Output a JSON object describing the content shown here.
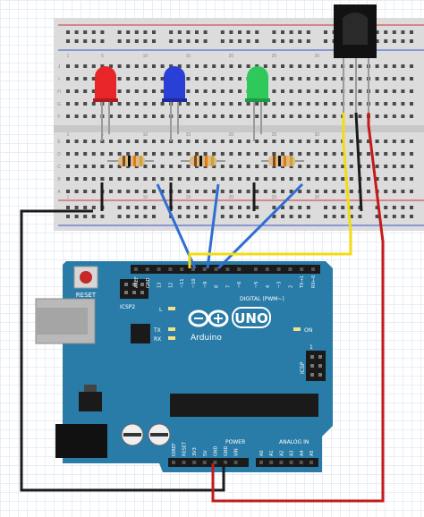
{
  "breadboard": {
    "row_letters_top": [
      "J",
      "I",
      "H",
      "G",
      "F"
    ],
    "row_letters_bottom": [
      "E",
      "D",
      "C",
      "B",
      "A"
    ],
    "column_numbers": [
      "1",
      "5",
      "10",
      "15",
      "20",
      "25",
      "30"
    ]
  },
  "leds": [
    {
      "name": "red",
      "color": "#e8262a"
    },
    {
      "name": "blue",
      "color": "#2a3fd6"
    },
    {
      "name": "green",
      "color": "#2ec95a"
    }
  ],
  "resistor_colors": [
    "#8a4b14",
    "#111111",
    "#e07b1a",
    "#d4a12a"
  ],
  "wire_colors": {
    "black": "#1b1b1b",
    "blue": "#2f6fd1",
    "yellow": "#f2dc13",
    "red": "#c41a1a"
  },
  "arduino": {
    "board_color": "#2a7ca8",
    "reset_label": "RESET",
    "icsp2_label": "ICSP2",
    "icsp_label": "ICSP",
    "l_label": "L",
    "tx_label": "TX",
    "rx_label": "RX",
    "on_label": "ON",
    "logo_text": "UNO",
    "brand_text": "Arduino",
    "digital_label": "DIGITAL (PWM~)",
    "power_label": "POWER",
    "analog_label": "ANALOG IN",
    "digital_pins": [
      "AREF",
      "GND",
      "13",
      "12",
      "~11",
      "~10",
      "~9",
      "8",
      "7",
      "~6",
      "~5",
      "4",
      "~3",
      "2",
      "TX→1",
      "RX←0"
    ],
    "power_pins": [
      "IOREF",
      "RESET",
      "3V3",
      "5V",
      "GND",
      "GND",
      "VIN"
    ],
    "analog_pins": [
      "A0",
      "A1",
      "A2",
      "A3",
      "A4",
      "A5"
    ],
    "icsp_number": "1"
  }
}
